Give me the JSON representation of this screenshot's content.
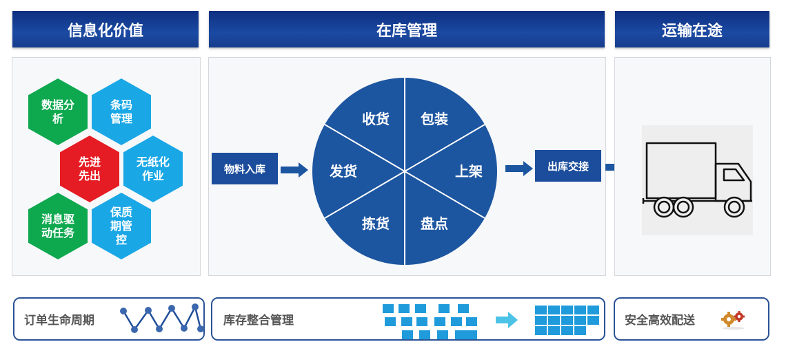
{
  "headers": {
    "info_value": "信息化价值",
    "warehouse": "在库管理",
    "transport": "运输在途"
  },
  "hexagons": [
    {
      "name": "data-analysis",
      "lines": [
        "数据分",
        "析"
      ],
      "color": "#0ea84f"
    },
    {
      "name": "barcode",
      "lines": [
        "条码",
        "管理"
      ],
      "color": "#1aa7e6"
    },
    {
      "name": "fifo",
      "lines": [
        "先进",
        "先出"
      ],
      "color": "#e51c23"
    },
    {
      "name": "paperless",
      "lines": [
        "无纸化",
        "作业"
      ],
      "color": "#1aa7e6"
    },
    {
      "name": "message-task",
      "lines": [
        "消息驱",
        "动任务"
      ],
      "color": "#0ea84f"
    },
    {
      "name": "shelf-life",
      "lines": [
        "保质",
        "期管",
        "控"
      ],
      "color": "#1aa7e6"
    }
  ],
  "flow": {
    "inbound": "物料入库",
    "outbound": "出库交接"
  },
  "wheel": {
    "segments": [
      "收货",
      "包装",
      "上架",
      "盘点",
      "拣货",
      "发货"
    ],
    "color": "#1c55a0"
  },
  "bottom": {
    "lifecycle": "订单生命周期",
    "inventory": "库存整合管理",
    "delivery": "安全高效配送"
  },
  "colors": {
    "header": "#163f93",
    "accent_blue": "#1f9bdc",
    "arrow_blue": "#1c55a0",
    "arrow_cyan": "#4cc3e6"
  }
}
